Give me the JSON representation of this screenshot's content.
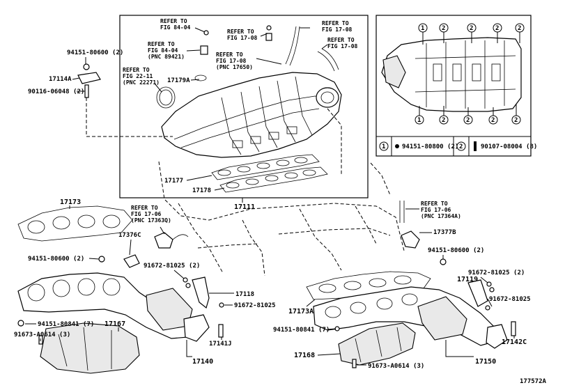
{
  "diagram_id": "177572A",
  "intake_box": {
    "refs": [
      {
        "id": "ref-84-04a",
        "lines": [
          "REFER TO",
          "FIG 84-04"
        ]
      },
      {
        "id": "ref-84-04b",
        "lines": [
          "REFER TO",
          "FIG 84-04",
          "(PNC 89421)"
        ]
      },
      {
        "id": "ref-17-08a",
        "lines": [
          "REFER TO",
          "FIG 17-08"
        ]
      },
      {
        "id": "ref-17-08b",
        "lines": [
          "REFER TO",
          "FIG 17-08",
          "(PNC 17650)"
        ]
      },
      {
        "id": "ref-17-08c",
        "lines": [
          "REFER TO",
          "FIG 17-08"
        ]
      },
      {
        "id": "ref-17-08d",
        "lines": [
          "REFER TO",
          "FIG 17-08"
        ]
      },
      {
        "id": "ref-22-11",
        "lines": [
          "REFER TO",
          "FIG 22-11",
          "(PNC 22271)"
        ]
      }
    ],
    "parts": {
      "p17179a": "17179A",
      "p17177": "17177",
      "p17178": "17178"
    }
  },
  "left_top": {
    "p94151_80600": "94151-80600 (2)",
    "p17114a": "17114A",
    "p90116_06048": "90116-06048 (2)"
  },
  "legend_box": {
    "callout_1": "1",
    "callout_2": "2",
    "entry1_num": "1",
    "entry1_part": "94151-80800 (2)",
    "entry2_num": "2",
    "entry2_part": "90107-08004 (8)"
  },
  "main": {
    "p17111": "17111",
    "p17173": "17173",
    "ref_17_06_left": [
      "REFER TO",
      "FIG 17-06",
      "(PNC 17363Q)"
    ],
    "p17376c": "17376C",
    "p94151_80600_l": "94151-80600 (2)",
    "p91672_81025_2l": "91672-81025 (2)",
    "p17118": "17118",
    "p91672_81025_l": "91672-81025",
    "p94151_80841_l": "94151-80841 (7)",
    "p17167": "17167",
    "p91673_a0614_l": "91673-A0614 (3)",
    "p17141j": "17141J",
    "p17140": "17140",
    "ref_17_06_right": [
      "REFER TO",
      "FIG 17-06",
      "(PNC 17364A)"
    ],
    "p17377b": "17377B",
    "p94151_80600_r": "94151-80600 (2)",
    "p91672_81025_2r": "91672-81025 (2)",
    "p17119": "17119",
    "p91672_81025_r": "91672-81025",
    "p17173a": "17173A",
    "p94151_80841_r": "94151-80841 (7)",
    "p17168": "17168",
    "p91673_a0614_r": "91673-A0614 (3)",
    "p17142c": "17142C",
    "p17150": "17150"
  }
}
